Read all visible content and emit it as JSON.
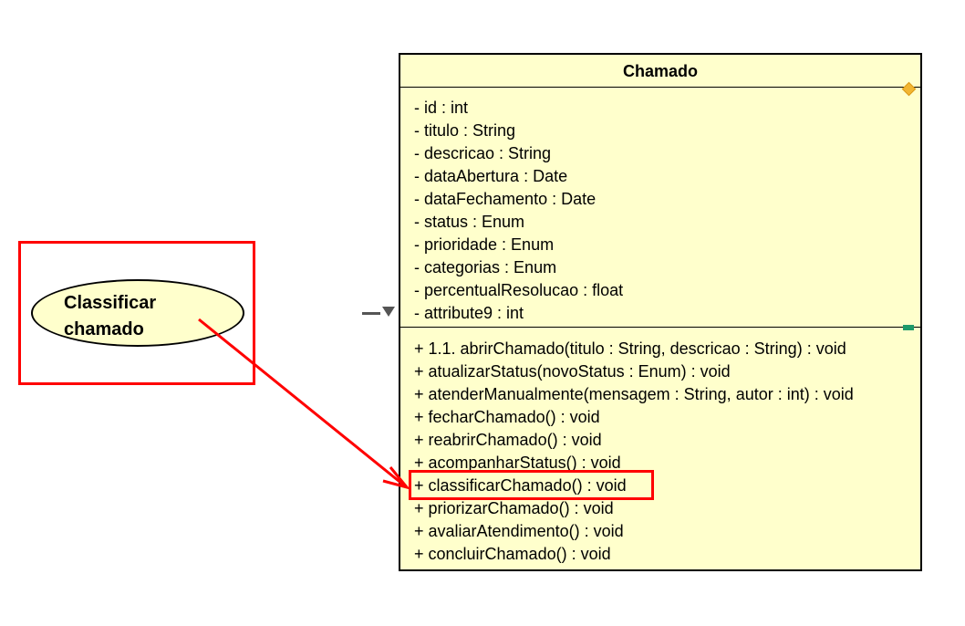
{
  "class": {
    "name": "Chamado",
    "attributes": [
      "- id : int",
      "- titulo : String",
      "- descricao : String",
      "- dataAbertura : Date",
      "- dataFechamento : Date",
      "- status : Enum",
      "- prioridade : Enum",
      "- categorias : Enum",
      "- percentualResolucao : float",
      "- attribute9 : int"
    ],
    "operations": [
      "+ 1.1. abrirChamado(titulo : String, descricao : String) : void",
      "+ atualizarStatus(novoStatus : Enum) : void",
      "+ atenderManualmente(mensagem : String, autor : int) : void",
      "+ fecharChamado() : void",
      "+ reabrirChamado() : void",
      "+ acompanharStatus() : void",
      "+ classificarChamado() : void",
      "+ priorizarChamado() : void",
      "+ avaliarAtendimento() : void",
      "+ concluirChamado() : void"
    ]
  },
  "usecase": {
    "line1": "Classificar",
    "line2": "chamado"
  },
  "colors": {
    "highlight": "#ff0000",
    "fill": "#ffffcc",
    "diamond": "#f2b632",
    "green": "#1e9a6a"
  }
}
